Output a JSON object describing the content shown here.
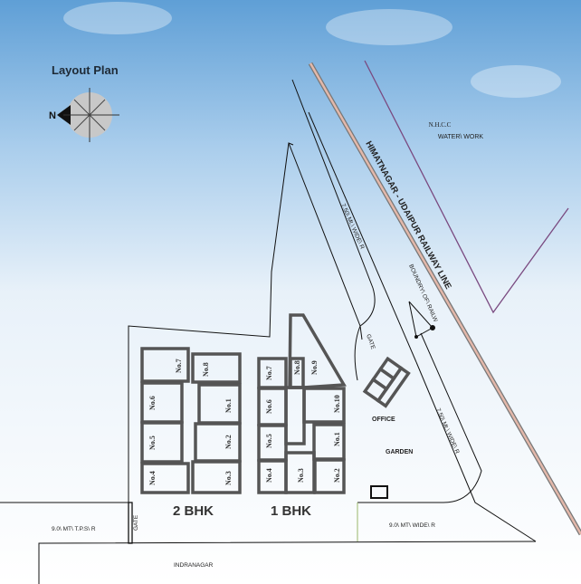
{
  "title": "Layout Plan",
  "compass": {
    "north": "N"
  },
  "labels": {
    "water_work_line1": "N.H.C.C",
    "water_work_line2": "WATER\\ WORK",
    "railway": "HIMATNAGAR - UDAIPUR RAILWAY LINE",
    "road_upper": "7.50\\ Mt.\\ WIDE\\ R",
    "road_right": "7.50\\ Mt.\\ WIDE\\ R",
    "railway_boundary": "BOUNDRY\\ OF\\ RAILW",
    "gate_top": "GATE",
    "gate_bottom": "GATE",
    "office": "OFFICE",
    "garden": "GARDEN",
    "road_tps": "9.0\\ MT\\ T.P.S\\ R",
    "road_wide": "9.0\\ MT\\ WIDE\\ R",
    "indranagar": "INDRANAGAR"
  },
  "blocks": {
    "two_bhk": {
      "label": "2 BHK",
      "units": [
        "No.7",
        "No.6",
        "No.5",
        "No.4",
        "No.8",
        "No.1",
        "No.2",
        "No.3"
      ]
    },
    "one_bhk": {
      "label": "1 BHK",
      "units": [
        "No.7",
        "No.6",
        "No.5",
        "No.4",
        "No.8",
        "No.3",
        "No.9",
        "No.10",
        "No.1",
        "No.2"
      ]
    }
  },
  "colors": {
    "railway": "#c98a7a",
    "boundary": "#7a4a80",
    "sky": "#6fa8d8",
    "building": "#555555"
  }
}
